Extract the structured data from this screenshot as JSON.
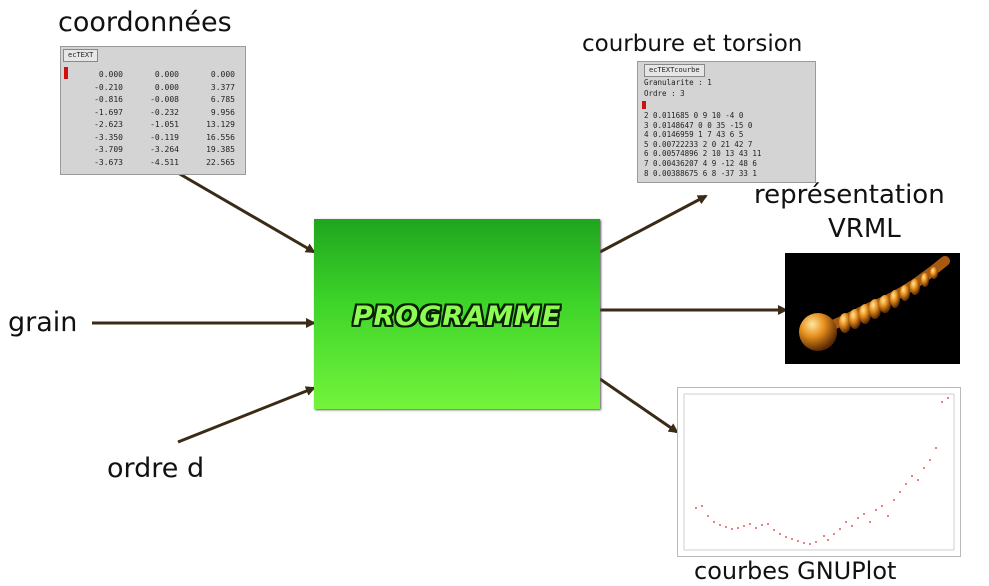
{
  "inputs": {
    "coordonnees": "coordonnées",
    "grain": "grain",
    "ordre": "ordre d"
  },
  "program": {
    "label": "PROGRAMME"
  },
  "outputs": {
    "courbure": "courbure et torsion",
    "representation_line1": "représentation",
    "representation_line2": "VRML",
    "courbes": "courbes GNUPlot"
  },
  "coord_panel": {
    "tab": "ecTEXT",
    "rows": [
      [
        "0.000",
        "0.000",
        "0.000"
      ],
      [
        "-0.210",
        "0.000",
        "3.377"
      ],
      [
        "-0.816",
        "-0.008",
        "6.785"
      ],
      [
        "-1.697",
        "-0.232",
        "9.956"
      ],
      [
        "-2.623",
        "-1.051",
        "13.129"
      ],
      [
        "-3.350",
        "-0.119",
        "16.556"
      ],
      [
        "-3.709",
        "-3.264",
        "19.385"
      ],
      [
        "-3.673",
        "-4.511",
        "22.565"
      ]
    ]
  },
  "courbure_panel": {
    "tab": "ecTEXTcourbe",
    "line1": "Granularite : 1",
    "line2": "Ordre : 3",
    "rows": [
      "2 0.011685 0 9 10 -4 0",
      "3 0.0148647 0 0 35 -15 0",
      "4 0.0146959 1 7 43 6 5",
      "5 0.00722233 2 0 21 42 7",
      "6 0.00574896 2 10 13 43 11",
      "7 0.00436207 4 9 -12 48 6",
      "8 0.00388675 6 8 -37 33 1"
    ]
  }
}
